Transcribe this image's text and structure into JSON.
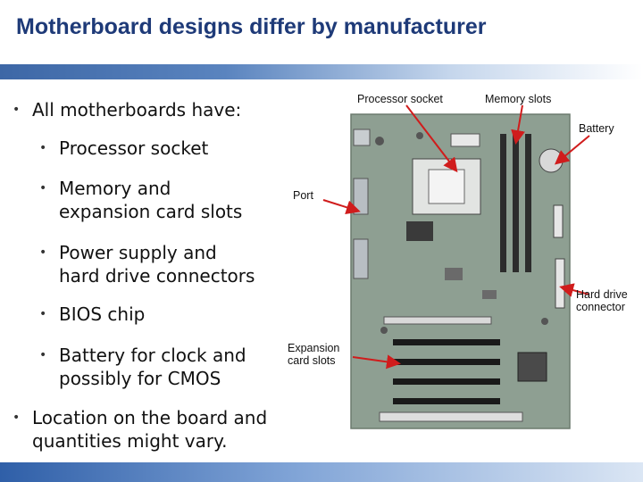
{
  "slide": {
    "title": "Motherboard designs differ by manufacturer",
    "bullets": [
      "All motherboards have:",
      "Processor socket",
      "Memory and",
      "expansion card slots",
      "Power supply and",
      "hard drive connectors",
      "BIOS chip",
      "Battery for clock and",
      "possibly for CMOS",
      "Location on the board and",
      "quantities might vary."
    ],
    "bullet_glyph": "•"
  },
  "labels": {
    "processor_socket": "Processor socket",
    "memory_slots": "Memory slots",
    "battery": "Battery",
    "port": "Port",
    "hard_drive_1": "Hard drive",
    "hard_drive_2": "connector",
    "expansion_1": "Expansion",
    "expansion_2": "card slots"
  },
  "colors": {
    "title": "#1e3a78",
    "arrow": "#d01c1c",
    "board": "#8e9f92"
  }
}
